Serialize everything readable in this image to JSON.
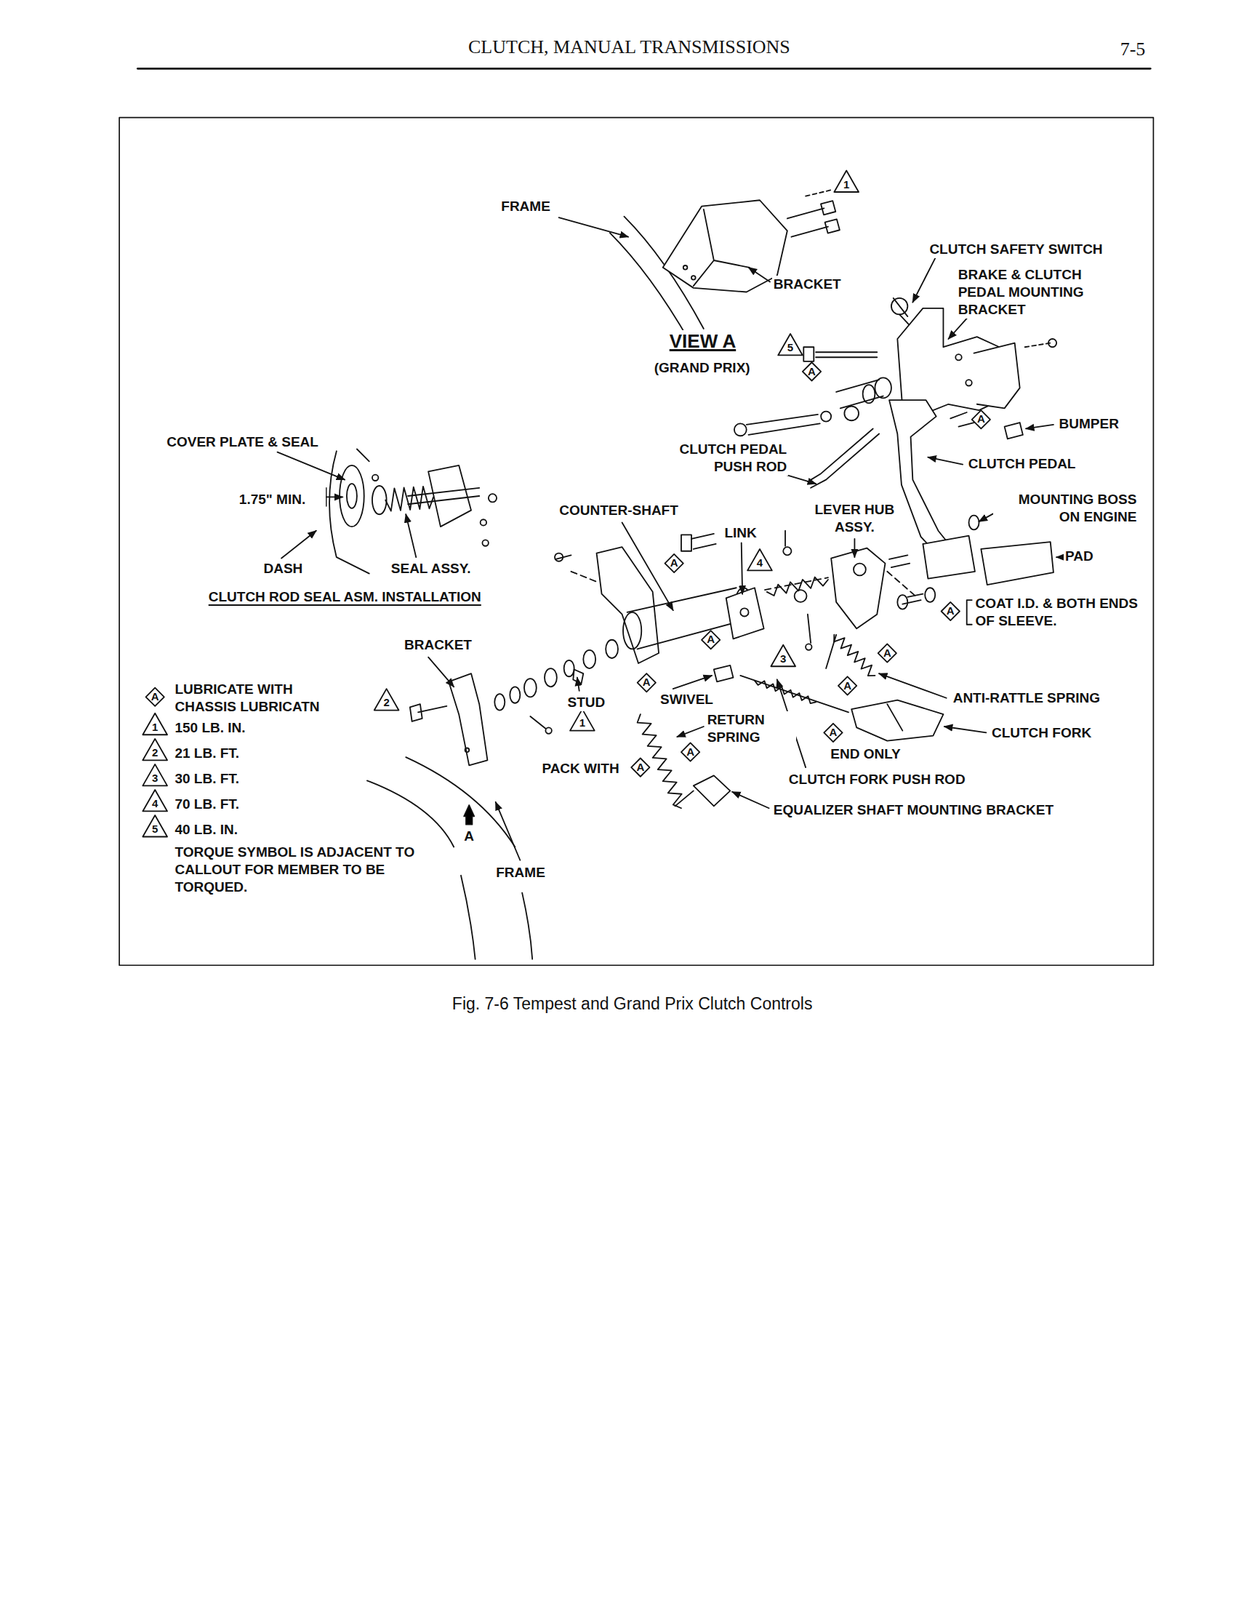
{
  "diagram": {
    "title": "CLUTCH, MANUAL TRANSMISSIONS",
    "caption": "Fig. 7-6 Tempest and Grand Prix Clutch Controls",
    "labels": [
      "7-5",
      "1",
      "FRAME",
      "CLUTCH SAFETY SWITCH",
      "BRAKE & CLUTCH PEDAL MOUNTING BRACKET",
      "BRACKET",
      "VIEW A",
      "5",
      "(GRAND PRIX)",
      "A",
      "A",
      "BUMPER",
      "COVER PLATE & SEAL",
      "CLUTCH PEDAL PUSH ROD",
      "CLUTCH PEDAL",
      "1.75\" MIN.",
      "MOUNTING BOSS ON ENGINE",
      "COUNTER-SHAFT",
      "LEVER HUB ASSY.",
      "LINK",
      "PAD",
      "A",
      "4",
      "DASH",
      "SEAL ASSY.",
      "CLUTCH ROD SEAL ASM. INSTALLATION",
      "COAT I.D. & BOTH ENDS OF SLEEVE.",
      "A",
      "BRACKET",
      "A",
      "3",
      "A",
      "A",
      "A",
      "SWIVEL",
      "STUD",
      "ANTI-RATTLE SPRING",
      "2",
      "RETURN SPRING",
      "1",
      "CLUTCH FORK",
      "A",
      "END ONLY",
      "A",
      "PACK WITH",
      "A",
      "CLUTCH FORK PUSH ROD",
      "EQUALIZER SHAFT MOUNTING BRACKET",
      "A",
      "FRAME",
      "A",
      "1",
      "2",
      "3",
      "4",
      "5",
      "TORQUE SYMBOL IS ADJACENT TO CALLOUT FOR MEMBER TO BE TORQUED."
    ],
    "legend": [
      {
        "text": "LUBRICATE WITH CHASSIS LUBRICATN"
      },
      {
        "text": "150 LB. IN."
      },
      {
        "text": "21 LB. FT."
      },
      {
        "text": "30 LB. FT."
      },
      {
        "text": "70 LB. FT."
      },
      {
        "text": "40 LB. IN."
      }
    ]
  }
}
